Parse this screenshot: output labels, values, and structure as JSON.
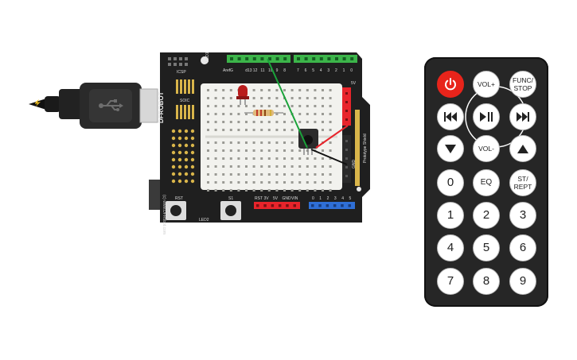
{
  "board": {
    "brand": "DFROBOT",
    "url": "(c) www.DFRobot.com",
    "icsp_label": "ICSP",
    "soic_label": "SOIC",
    "header_top_labels": [
      "Aref",
      "G",
      "d13",
      "12",
      "11",
      "10",
      "9",
      "8",
      "7",
      "6",
      "5",
      "4",
      "3",
      "2",
      "1",
      "0"
    ],
    "power_labels": [
      "RST",
      "3V",
      "5V",
      "GND",
      "VIN"
    ],
    "analog_labels": [
      "0",
      "1",
      "2",
      "3",
      "4",
      "5"
    ],
    "button_labels": [
      "RST",
      "S1"
    ],
    "led_labels": [
      "LED1",
      "LED2"
    ],
    "misc_labels": [
      "5V",
      "GND",
      "GND",
      "Prototype Shield"
    ]
  },
  "usb": {
    "icon": "usb-icon"
  },
  "remote": {
    "power_icon": "power-icon",
    "vol_up": "VOL+",
    "func_stop": "FUNC/\nSTOP",
    "prev_icon": "skip-back-icon",
    "play_icon": "play-pause-icon",
    "next_icon": "skip-forward-icon",
    "down_icon": "arrow-down-icon",
    "vol_down": "VOL-",
    "up_icon": "arrow-up-icon",
    "zero": "0",
    "eq": "EQ",
    "st_rept": "ST/\nREPT",
    "digits": [
      "1",
      "2",
      "3",
      "4",
      "5",
      "6",
      "7",
      "8",
      "9"
    ]
  },
  "colors": {
    "board": "#1f1f1f",
    "breadboard": "#f2f2ee",
    "header_green": "#3cb54a",
    "header_red": "#e8242b",
    "header_blue": "#2f6fd6",
    "wire_green": "#1aa33a",
    "wire_red": "#e8242b",
    "wire_black": "#111111",
    "gold": "#d9b54a",
    "power_button": "#e8241b"
  }
}
